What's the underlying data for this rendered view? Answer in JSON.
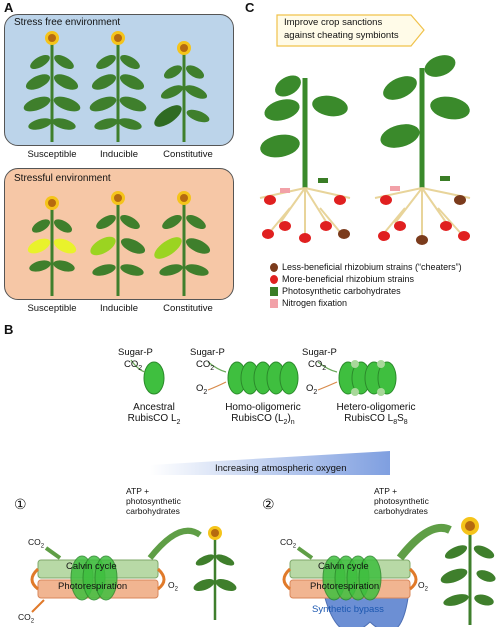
{
  "panel_a": {
    "label": "A",
    "top_title": "Stress free environment",
    "bottom_title": "Stressful environment",
    "top_labels": [
      "Susceptible",
      "Inducible",
      "Constitutive"
    ],
    "bottom_labels": [
      "Susceptible",
      "Inducible",
      "Constitutive"
    ],
    "colors": {
      "top_bg": "#bcd4ea",
      "bottom_bg": "#f6c7a6",
      "leaf": "#3f7f2c",
      "yellow_leaf": "#e9f22b",
      "lime_leaf": "#9bd421"
    }
  },
  "panel_b": {
    "label": "B",
    "sugar_p": "Sugar-P",
    "co2": "CO",
    "co2_sub": "2",
    "o2": "O",
    "o2_sub": "2",
    "ancestral": {
      "line1": "Ancestral",
      "line2": "RubisCO L",
      "sub": "2"
    },
    "homo": {
      "line1": "Homo-oligomeric",
      "line2": "RubisCO (L",
      "sub": "2",
      "tail": ")",
      "tail_sub": "n"
    },
    "hetero": {
      "line1": "Hetero-oligomeric",
      "line2": "RubisCO L",
      "sub": "8",
      "mid": "S",
      "sub2": "8"
    },
    "arrow_label": "Increasing atmospheric oxygen",
    "scenario1": {
      "number": "①",
      "atp": "ATP +",
      "photo": "photosynthetic",
      "carb": "carbohydrates",
      "calvin": "Calvin cycle",
      "photoresp": "Photorespiration"
    },
    "scenario2": {
      "number": "②",
      "atp": "ATP +",
      "photo": "photosynthetic",
      "carb": "carbohydrates",
      "calvin": "Calvin cycle",
      "photoresp": "Photorespiration",
      "bypass": "Synthetic bypass"
    },
    "colors": {
      "rubisco": "#3fbf3f",
      "calvin": "#b8d9a6",
      "photoresp": "#f1b591",
      "bypass": "#6c8fd4",
      "arrow": "#9bb6e6"
    }
  },
  "panel_c": {
    "label": "C",
    "callout_line1": "Improve crop sanctions",
    "callout_line2": "against cheating symbionts",
    "legend": [
      "Less-beneficial rhizobium strains (“cheaters”)",
      "More-beneficial rhizobium strains",
      "Photosynthetic carbohydrates",
      "Nitrogen fixation"
    ],
    "colors": {
      "cheater": "#7b3b1c",
      "beneficial": "#e02020",
      "carb_arrow": "#3a7d26",
      "n_arrow": "#f2a1a8",
      "callout_border": "#f0c24b"
    }
  }
}
